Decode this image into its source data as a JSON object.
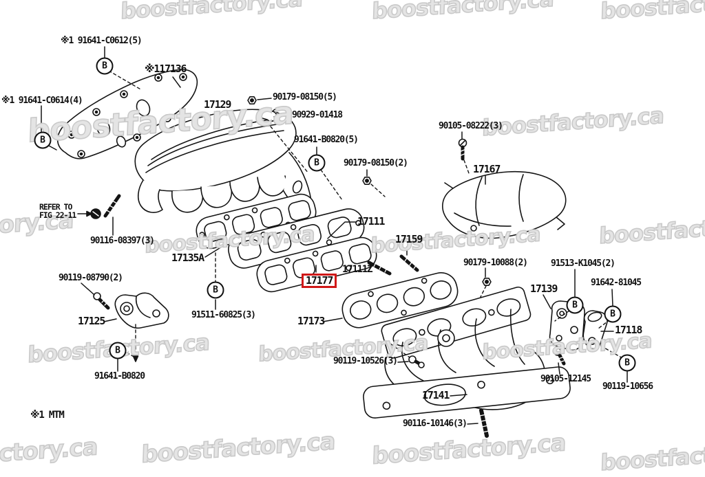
{
  "watermark": {
    "text": "boostfactory.ca"
  },
  "figure": {
    "callout_letter": "B",
    "highlighted_part": "17177",
    "highlight_color": "#d01818",
    "refer_note": {
      "line1": "REFER TO",
      "line2": "FIG 22-11"
    },
    "footnote": "※1 MTM"
  },
  "labels": {
    "l1": "※1 91641-C0612(5)",
    "l2": "※117136",
    "l3": "※1 91641-C0614(4)",
    "l4": "17129",
    "l5": "90179-08150(5)",
    "l6": "90929-01418",
    "l7": "91641-B0820(5)",
    "l8": "90179-08150(2)",
    "l9": "90105-08222(3)",
    "l10": "17167",
    "l11": "17111",
    "l12": "17159",
    "l13": "90116-08397(3)",
    "l15": "17135A",
    "l16": "90119-08790(2)",
    "l17": "17125",
    "l18": "91511-60825(3)",
    "l19": "17177",
    "l20": "17111Z",
    "l21": "90179-10088(2)",
    "l22": "91513-K1045(2)",
    "l23": "17139",
    "l24": "91642-81045",
    "l25": "17118",
    "l26": "17173",
    "l27": "90119-10526(3)",
    "l28": "90105-12145",
    "l29": "90119-10656",
    "l30": "17141",
    "l31": "90116-10146(3)",
    "l32": "91641-B0820"
  }
}
